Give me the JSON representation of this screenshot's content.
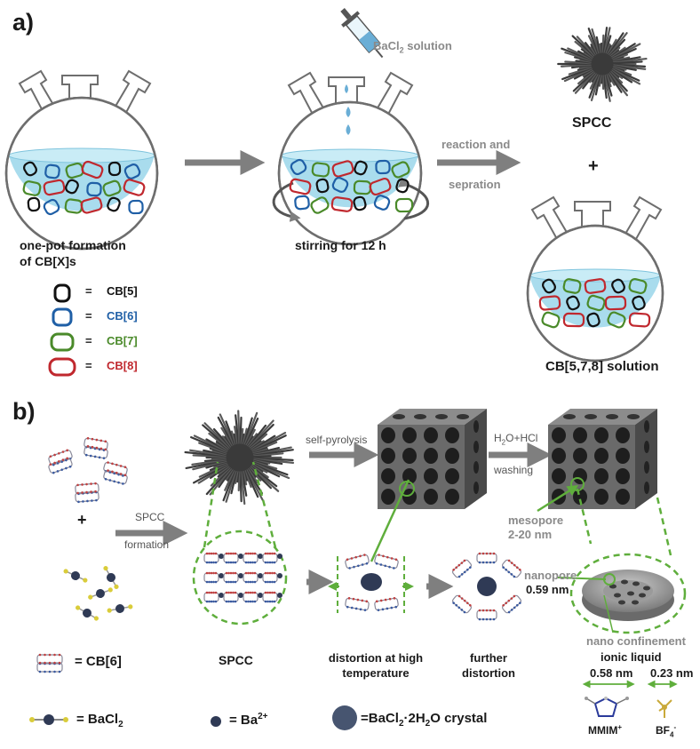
{
  "panel_a": {
    "label": "a)",
    "caption_onepot_1": "one-pot  formation",
    "caption_onepot_2": "of CB[X]s",
    "caption_stirring": "stirring for 12 h",
    "reagent": "BaCl",
    "reagent_sub": "2",
    "reagent_tail": " solution",
    "arrow_reaction_1": "reaction and",
    "arrow_reaction_2": "sepration",
    "product_spcc": "SPCC",
    "plus": "+",
    "caption_solution": "CB[5,7,8] solution",
    "legend": [
      {
        "text": "CB[5]",
        "color": "#111111"
      },
      {
        "text": "CB[6]",
        "color": "#1f5fa6"
      },
      {
        "text": "CB[7]",
        "color": "#4a8a2a"
      },
      {
        "text": "CB[8]",
        "color": "#c0282e"
      }
    ],
    "legend_eq": "="
  },
  "panel_b": {
    "label": "b)",
    "plus": "+",
    "arrow_spcc_1": "SPCC",
    "arrow_spcc_2": "formation",
    "arrow_pyrolysis": "self-pyrolysis",
    "arrow_wash_1": "H",
    "arrow_wash_sub": "2",
    "arrow_wash_2": "O+HCl",
    "arrow_wash_3": "washing",
    "mesopore_1": "mesopore",
    "mesopore_2": "2-20 nm",
    "nanopore_1": "nanopore",
    "nanopore_2": "0.59 nm",
    "ionic_liquid": "ionic liquid",
    "nano_confinement": "nano confinement",
    "size_mmim": "0.58 nm",
    "size_bf4": "0.23 nm",
    "mmim": "MMIM",
    "mmim_sup": "+",
    "bf4": "BF",
    "bf4_sub": "4",
    "bf4_sup": "-",
    "caption_spcc": "SPCC",
    "caption_distortion_1": "distortion at high",
    "caption_distortion_2": "temperature",
    "caption_further_1": "further",
    "caption_further_2": "distortion",
    "legend_cb6": "= CB[6]",
    "legend_bacl2": "= BaCl",
    "legend_bacl2_sub": "2",
    "legend_ba": "= Ba",
    "legend_ba_sup": "2+",
    "legend_crystal": "=BaCl",
    "legend_crystal_sub": "2",
    "legend_crystal_tail": "·2H",
    "legend_crystal_sub2": "2",
    "legend_crystal_tail2": "O crystal"
  },
  "colors": {
    "arrow": "#7f7f7f",
    "liquid": "#a9dced",
    "glass": "#6e6e6e",
    "green_dash": "#5fae3c",
    "spcc": "#4a4a4a",
    "ba_ion": "#2f3a55"
  }
}
